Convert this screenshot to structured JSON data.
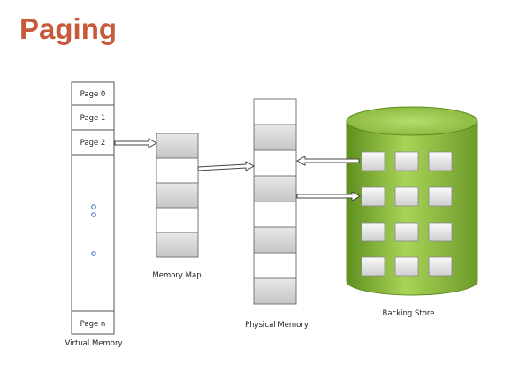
{
  "title": "Paging",
  "virtual_memory": {
    "label": "Virtual Memory",
    "pages": [
      "Page 0",
      "Page 1",
      "Page 2"
    ],
    "last_page": "Page n"
  },
  "memory_map": {
    "label": "Memory Map"
  },
  "physical_memory": {
    "label": "Physical Memory"
  },
  "backing_store": {
    "label": "Backing Store"
  },
  "colors": {
    "title": "#c85a3c",
    "cylinder_green": "#8fbf3f",
    "frame_gray": "#d6d6d6",
    "ellipsis_dot": "#3a6bc8"
  }
}
